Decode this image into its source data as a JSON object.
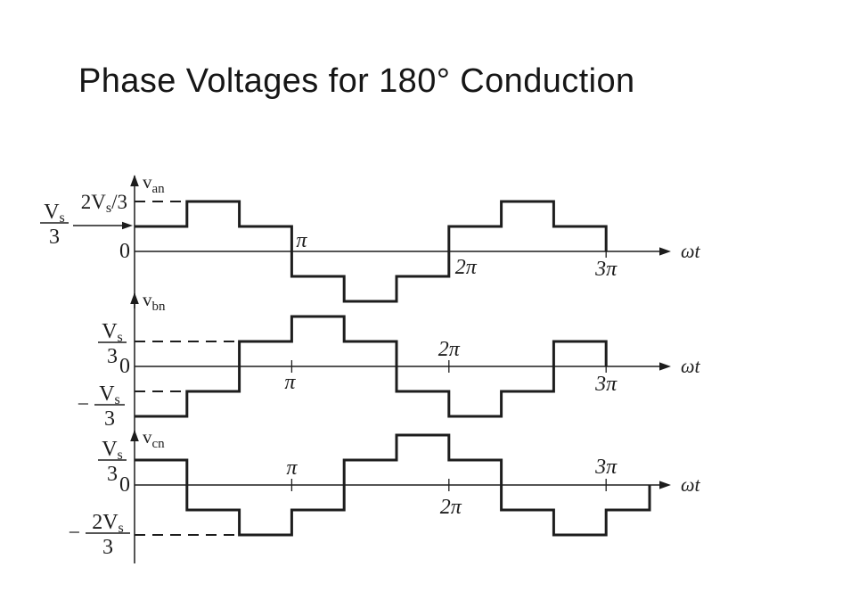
{
  "slide": {
    "title": "Phase Voltages for 180° Conduction",
    "background": "#ffffff",
    "ink_color": "#1d1d1d"
  },
  "chart_data": {
    "type": "line",
    "subtype": "stepped-square-waveforms",
    "title": "Phase Voltages for 180° Conduction",
    "x_axis_label": "ωt",
    "x_unit_per_step": "π/3",
    "y_unit_per_level": "Vs/3",
    "x_range": "0 to 3π (v_cn extends slightly past 3π)",
    "legend": "none",
    "grid": "off",
    "plots": [
      {
        "name": "van",
        "y_axis_label": {
          "main": "v",
          "sub": "an"
        },
        "x_axis_label": "ωt",
        "axis_y": 282,
        "y_axis_top": 197,
        "y_axis_bottom": 346,
        "segments": [
          [
            0,
            1,
            1
          ],
          [
            1,
            2,
            2
          ],
          [
            2,
            3,
            1
          ],
          [
            3,
            4,
            -1
          ],
          [
            4,
            5,
            -2
          ],
          [
            5,
            6,
            -1
          ],
          [
            6,
            7,
            1
          ],
          [
            7,
            8,
            2
          ],
          [
            8,
            9,
            1
          ]
        ],
        "end_drop_to_zero": true,
        "guides": [
          {
            "level": 2,
            "t0": 0,
            "t1": 1
          }
        ],
        "tick_labels": [
          {
            "text": "π",
            "t": 3,
            "anchor": "start",
            "dx": 5,
            "dy": -5
          },
          {
            "text": "2π",
            "t": 6,
            "anchor": "start",
            "dx": 7,
            "dy": 25
          },
          {
            "text": "3π",
            "t": 9,
            "anchor": "middle",
            "dx": 0,
            "dy": 27
          }
        ],
        "left_labels": [
          {
            "type": "inline",
            "parts": [
              {
                "t": "2V"
              },
              {
                "sub": "s"
              },
              {
                "t": "/3"
              }
            ],
            "level": 2,
            "x_end": 143,
            "dy": 8
          },
          {
            "type": "fraction",
            "num": "V",
            "num_sub": "s",
            "den": "3",
            "cx": 61,
            "bar_y": 250,
            "half": 16,
            "arrow": {
              "x1": 82,
              "x2": 149,
              "y": 253
            }
          },
          {
            "type": "zero",
            "text": "0",
            "x_end": 146,
            "dy": 7
          }
        ]
      },
      {
        "name": "vbn",
        "y_axis_label": {
          "main": "v",
          "sub": "bn"
        },
        "x_axis_label": "ωt",
        "axis_y": 411,
        "y_axis_top": 329,
        "y_axis_bottom": 488,
        "segments": [
          [
            0,
            1,
            -2
          ],
          [
            1,
            2,
            -1
          ],
          [
            2,
            3,
            1
          ],
          [
            3,
            4,
            2
          ],
          [
            4,
            5,
            1
          ],
          [
            5,
            6,
            -1
          ],
          [
            6,
            7,
            -2
          ],
          [
            7,
            8,
            -1
          ],
          [
            8,
            9,
            1
          ]
        ],
        "end_drop_to_zero": true,
        "guides": [
          {
            "level": 1,
            "t0": 0,
            "t1": 2
          },
          {
            "level": -1,
            "t0": 0,
            "t1": 1
          }
        ],
        "tick_labels": [
          {
            "text": "π",
            "t": 3,
            "anchor": "middle",
            "dx": -2,
            "dy": 25
          },
          {
            "text": "2π",
            "t": 6,
            "anchor": "middle",
            "dx": 0,
            "dy": -12
          },
          {
            "text": "3π",
            "t": 9,
            "anchor": "middle",
            "dx": 0,
            "dy": 27
          }
        ],
        "left_labels": [
          {
            "type": "fraction",
            "num": "V",
            "num_sub": "s",
            "den": "3",
            "cx": 126,
            "bar_y": 384,
            "half": 16
          },
          {
            "type": "zero",
            "text": "0",
            "x_end": 146,
            "dy": 7
          },
          {
            "type": "fraction",
            "minus": "−",
            "num": "V",
            "num_sub": "s",
            "den": "3",
            "cx": 123,
            "bar_y": 454,
            "half": 17
          }
        ]
      },
      {
        "name": "vcn",
        "y_axis_label": {
          "main": "v",
          "sub": "cn"
        },
        "x_axis_label": "ωt",
        "axis_y": 544,
        "y_axis_top": 483,
        "y_axis_bottom": 632,
        "segments": [
          [
            0,
            1,
            1
          ],
          [
            1,
            2,
            -1
          ],
          [
            2,
            3,
            -2
          ],
          [
            3,
            4,
            -1
          ],
          [
            4,
            5,
            1
          ],
          [
            5,
            6,
            2
          ],
          [
            6,
            7,
            1
          ],
          [
            7,
            8,
            -1
          ],
          [
            8,
            9,
            -2
          ],
          [
            9,
            9.83,
            -1
          ]
        ],
        "end_drop_to_zero": true,
        "guides": [
          {
            "level": -2,
            "t0": 0,
            "t1": 2
          }
        ],
        "tick_labels": [
          {
            "text": "π",
            "t": 3,
            "anchor": "middle",
            "dx": 0,
            "dy": -12
          },
          {
            "text": "2π",
            "t": 6,
            "anchor": "middle",
            "dx": 2,
            "dy": 32
          },
          {
            "text": "3π",
            "t": 9,
            "anchor": "middle",
            "dx": 0,
            "dy": -13
          }
        ],
        "left_labels": [
          {
            "type": "fraction",
            "num": "V",
            "num_sub": "s",
            "den": "3",
            "cx": 126,
            "bar_y": 516,
            "half": 16
          },
          {
            "type": "zero",
            "text": "0",
            "x_end": 146,
            "dy": 7
          },
          {
            "type": "fraction",
            "minus": "−",
            "num_pre": "2",
            "num": "V",
            "num_sub": "s",
            "den": "3",
            "cx": 121,
            "bar_y": 598,
            "half": 25
          }
        ]
      }
    ]
  }
}
